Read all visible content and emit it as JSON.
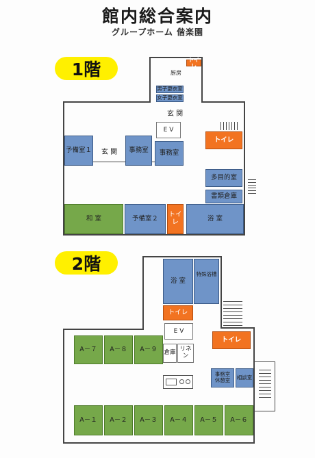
{
  "header": {
    "title": "館内総合案内",
    "subtitle": "グループホーム 偕楽園"
  },
  "floor1": {
    "label": "1階",
    "rooms": {
      "toilet_top": "トイレ",
      "kitchen": "厨房",
      "men_changing": "男子更衣室",
      "women_changing": "女子更衣室",
      "entrance_main": "玄 関",
      "ev": "E V",
      "spare1": "予備室１",
      "entrance_side": "玄 関",
      "office_left": "事務室",
      "office_right": "事務室",
      "toilet_right": "トイレ",
      "multipurpose": "多目的室",
      "document_storage": "書類倉庫",
      "japanese_room": "和 室",
      "spare2": "予備室２",
      "toilet_bottom": "トイレ",
      "bath": "浴 室"
    }
  },
  "floor2": {
    "label": "2階",
    "rooms": {
      "bath": "浴 室",
      "special_bath": "特殊浴槽",
      "toilet_left": "トイレ",
      "ev": "E V",
      "toilet_right": "トイレ",
      "storage": "倉庫",
      "linen": "リネン",
      "office_break": "事務室\n休憩室",
      "consultation": "相談室",
      "a7": "A－７",
      "a8": "A－８",
      "a9": "A－９",
      "a1": "A－１",
      "a2": "A－２",
      "a3": "A－３",
      "a4": "A－４",
      "a5": "A－５",
      "a6": "A－６"
    }
  }
}
